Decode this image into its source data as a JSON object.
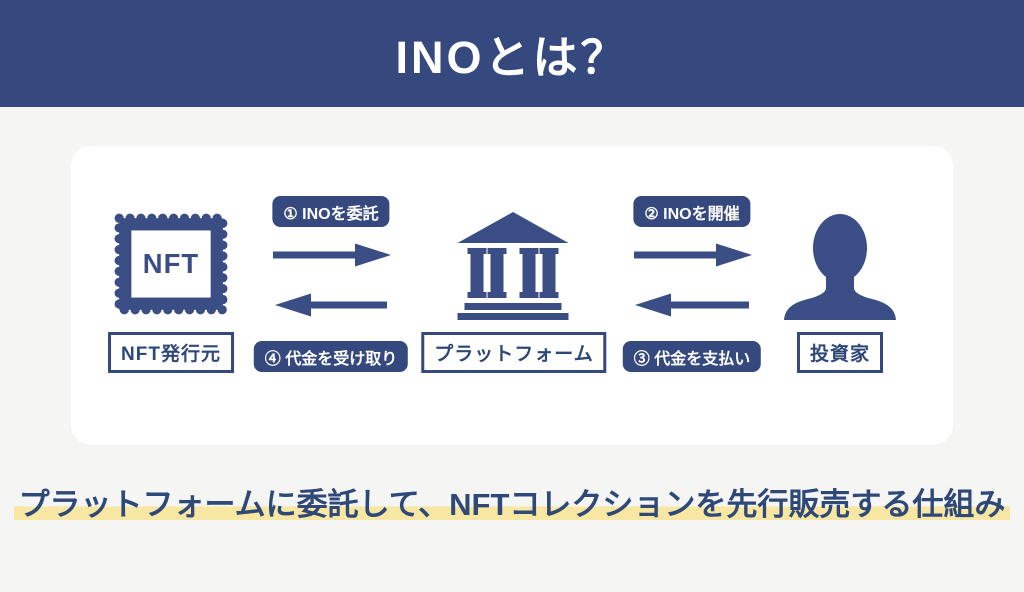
{
  "header": {
    "title": "INOとは？"
  },
  "diagram": {
    "entities": [
      {
        "icon": "nft-stamp-icon",
        "icon_text": "NFT",
        "label": "NFT発行元"
      },
      {
        "icon": "bank-building-icon",
        "label": "プラットフォーム"
      },
      {
        "icon": "person-icon",
        "label": "投資家"
      }
    ],
    "flows": [
      {
        "top_badge": "① INOを委託",
        "bottom_badge": "④ 代金を受け取り"
      },
      {
        "top_badge": "② INOを開催",
        "bottom_badge": "③ 代金を支払い"
      }
    ]
  },
  "caption": {
    "text": "プラットフォームに委託して、NFTコレクションを先行販売する仕組み"
  },
  "colors": {
    "primary": "#35497F",
    "icon": "#3A4E85",
    "page_bg": "#F5F5F4",
    "card_bg": "#FFFFFF",
    "text": "#2E4878",
    "highlight": "#F8E7A2"
  }
}
